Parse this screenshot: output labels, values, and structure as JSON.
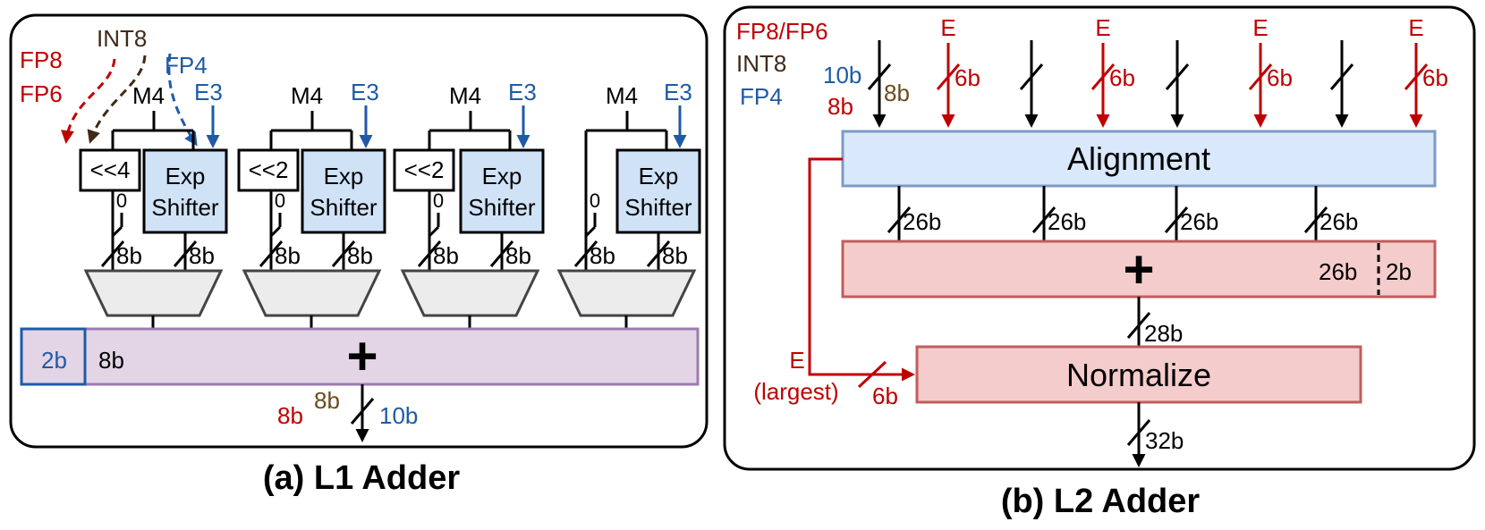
{
  "colors": {
    "red": "#c00000",
    "brown": "#3f2a18",
    "brown_label": "#6b4a1e",
    "blue": "#1f5aa6",
    "exp_fill": "#cfe2f6",
    "align_fill": "#dae8fb",
    "align_stroke": "#7d9ac6",
    "pink_fill": "#f5cccc",
    "pink_stroke": "#c25c5c",
    "purple_fill": "#e3d5e6",
    "purple_stroke": "#9c7bb0",
    "mux_fill": "#ececec"
  },
  "l1": {
    "caption": "(a) L1 Adder",
    "fp8": "FP8",
    "fp6": "FP6",
    "int8": "INT8",
    "fp4": "FP4",
    "m4": "M4",
    "e3": "E3",
    "shift_4": "<<4",
    "shift_2": "<<2",
    "exp_line1": "Exp",
    "exp_line2": "Shifter",
    "zero": "0",
    "w8b": "8b",
    "sum_2b": "2b",
    "sum_8b": "8b",
    "plus": "+",
    "out_fp": "8b",
    "out_int": "8b",
    "out_fp4": "10b"
  },
  "l2": {
    "caption": "(b) L2 Adder",
    "fpfp": "FP8/FP6",
    "int8": "INT8",
    "fp4": "FP4",
    "in_10b": "10b",
    "in_8b_red": "8b",
    "in_8b_brown": "8b",
    "e": "E",
    "w6b": "6b",
    "alignment": "Alignment",
    "w26b": "26b",
    "plus": "+",
    "add_26b": "26b",
    "add_2b": "2b",
    "w28b": "28b",
    "e_largest_1": "E",
    "e_largest_2": "(largest)",
    "e_6b": "6b",
    "normalize": "Normalize",
    "w32b": "32b"
  }
}
